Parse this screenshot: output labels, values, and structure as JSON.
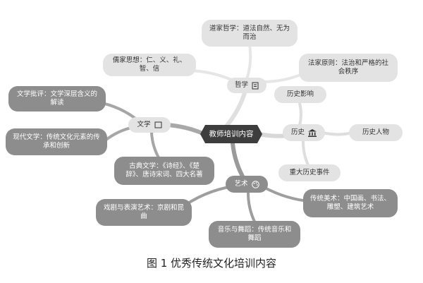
{
  "center": "教师培训内容",
  "branches": {
    "philosophy": {
      "label": "哲学",
      "icon": "document-icon"
    },
    "literature": {
      "label": "文学",
      "icon": "book-icon"
    },
    "history": {
      "label": "历史",
      "icon": "building-icon"
    },
    "art": {
      "label": "艺术",
      "icon": "palette-icon"
    }
  },
  "leaves": {
    "daoism": "道家哲学：道法自然、无为而治",
    "confucian": "儒家思想：仁、义、礼、智、信",
    "legalism": "法家原则：法治和严格的社会秩序",
    "lit_criticism": "文学批评：文学深层含义的解读",
    "modern_lit": "现代文学：传统文化元素的传承和创新",
    "classical_lit": "古典文学：《诗经》、《楚辞》、唐诗宋词、四大名著",
    "hist_influence": "历史影响",
    "hist_figures": "历史人物",
    "hist_events": "重大历史事件",
    "opera": "戏剧与表演艺术：京剧和昆曲",
    "music_dance": "音乐与舞蹈：传统音乐和舞蹈",
    "trad_arts": "传统美术：中国画、书法、雕塑、建筑艺术"
  },
  "caption": "图 1 优秀传统文化培训内容"
}
